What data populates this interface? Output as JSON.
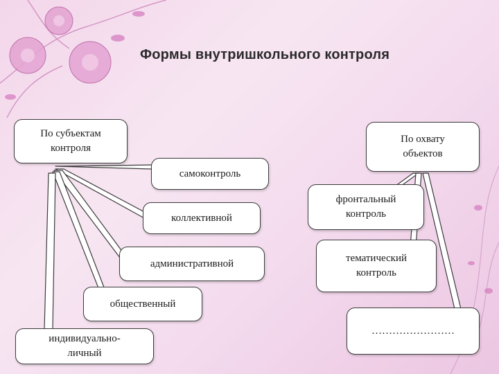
{
  "title": "Формы внутришкольного контроля",
  "left_group": {
    "header": "По субъектам\nконтроля",
    "items": [
      "самоконтроль",
      "коллективной",
      "административной",
      "общественный",
      "индивидуально-\nличный"
    ]
  },
  "right_group": {
    "header": "По охвату\nобъектов",
    "items": [
      "фронтальный\nконтроль",
      "тематический\nконтроль",
      "……………………"
    ]
  },
  "colors": {
    "background": "#f3d6ea",
    "flowers": "#d98cc4",
    "box_border": "#3a3a3a"
  }
}
